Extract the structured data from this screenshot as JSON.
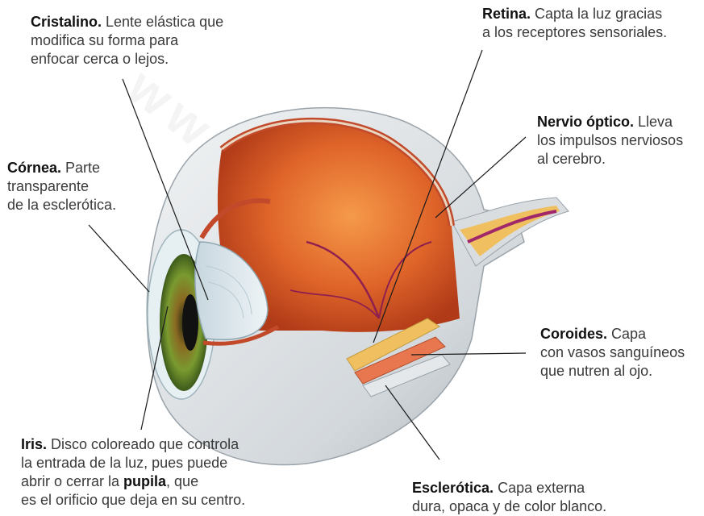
{
  "watermark": "www.y",
  "labels": {
    "cristalino": {
      "term": "Cristalino.",
      "rest": " Lente elástica que",
      "lines": [
        "modifica su forma para",
        "enfocar cerca o lejos."
      ]
    },
    "retina": {
      "term": "Retina.",
      "rest": " Capta la luz gracias",
      "lines": [
        "a los receptores sensoriales."
      ]
    },
    "nervio": {
      "term": "Nervio óptico.",
      "rest": " Lleva",
      "lines": [
        "los impulsos nerviosos",
        "al cerebro."
      ]
    },
    "cornea": {
      "term": "Córnea.",
      "rest": " Parte",
      "lines": [
        "transparente",
        "de la esclerótica."
      ]
    },
    "coroides": {
      "term": "Coroides.",
      "rest": " Capa",
      "lines": [
        "con vasos sanguíneos",
        "que nutren al ojo."
      ]
    },
    "iris": {
      "term": "Iris.",
      "rest": " Disco coloreado que controla",
      "lines": [
        "la entrada de la luz, pues puede"
      ],
      "line3_pre": "abrir o cerrar la ",
      "line3_bold": "pupila",
      "line3_post": ", que",
      "line4": "es el orificio que deja en su centro."
    },
    "esclerotica": {
      "term": "Esclerótica.",
      "rest": " Capa externa",
      "lines": [
        "dura, opaca y de color blanco."
      ]
    }
  },
  "colors": {
    "sclera": "#dfe3e6",
    "choroid_inner": "#e8742f",
    "iris_green": "#6f8f2e",
    "lens": "#dfeaf0",
    "leader_line": "#1a1a1a"
  }
}
